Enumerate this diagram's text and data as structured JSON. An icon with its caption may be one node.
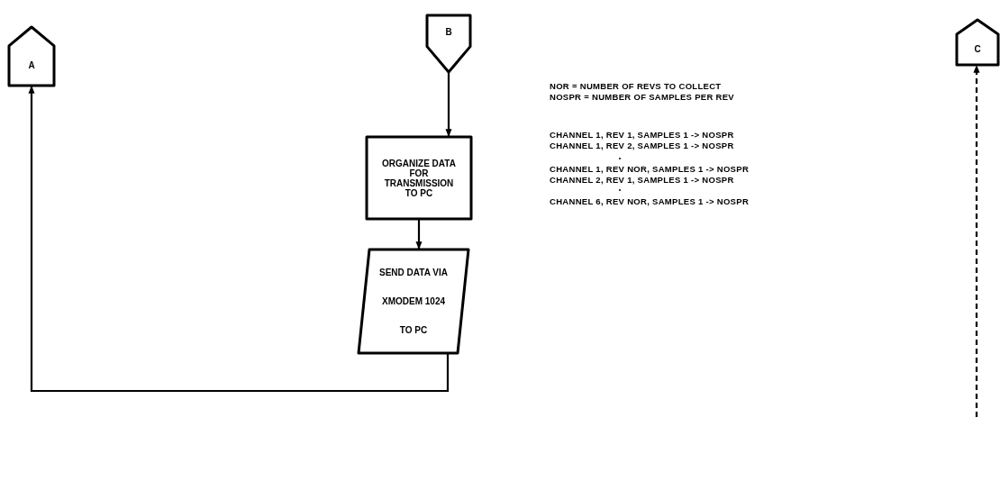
{
  "diagram": {
    "nodes": [
      {
        "text": [
          "A"
        ]
      },
      {
        "text": [
          "B"
        ]
      },
      {
        "text": [
          "ORGANIZE DATA FOR TRANSMISSION TO PC"
        ]
      },
      {
        "text": [
          "SEND DATA VIA",
          "XMODEM 1024",
          "TO PC"
        ]
      },
      {
        "text": [
          "C"
        ]
      }
    ],
    "edges": [
      {
        "from": 1,
        "to": 2,
        "arrow": "to"
      },
      {
        "from": 2,
        "to": 3,
        "arrow": "to"
      },
      {
        "from": 3,
        "to": 0,
        "arrow": "to"
      },
      {
        "from": null,
        "to": 4,
        "arrow": "to",
        "style": "dashed"
      }
    ],
    "labels": [
      "NOR = NUMBER OF REVS TO COLLECT",
      "NOSPR = NUMBER OF SAMPLES PER REV",
      "CHANNEL 1, REV 1, SAMPLES 1 -> NOSPR",
      "CHANNEL 1, REV 2, SAMPLES 1 -> NOSPR",
      "CHANNEL 1, REV NOR, SAMPLES 1 -> NOSPR",
      "CHANNEL 2, REV 1, SAMPLES 1 -> NOSPR",
      "CHANNEL 6, REV NOR, SAMPLES 1 -> NOSPR"
    ]
  }
}
